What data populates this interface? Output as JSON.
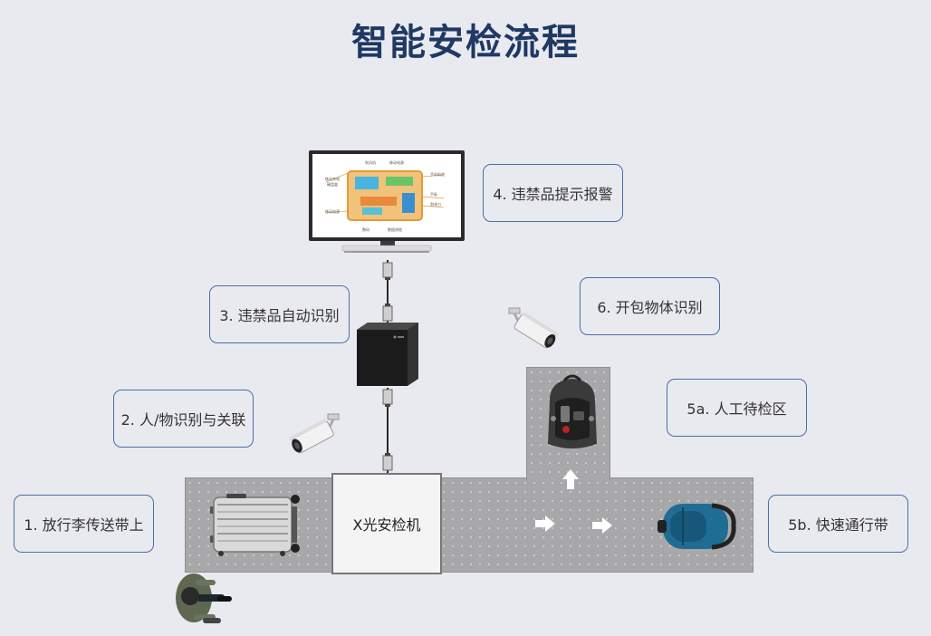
{
  "title": "智能安检流程",
  "machine_label": "X光安检机",
  "steps": {
    "s1": "1.  放行李传送带上",
    "s2": "2.  人/物识别与关联",
    "s3": "3.  违禁品自动识别",
    "s4": "4.  违禁品提示报警",
    "s5a": "5a.   人工待检区",
    "s5b": "5b.     快速通行带",
    "s6": "6.  开包物体识别"
  },
  "monitor_labels": [
    "吹风机",
    "移动电源",
    "手机电池",
    "移动充电",
    "硬盘盒",
    "平板",
    "刮胡刀",
    "移动电源",
    "数码",
    "数据线缆"
  ],
  "colors": {
    "title": "#1f3864",
    "box_border": "#4a6fa5",
    "background": "#e9eaef",
    "belt": "#a8a8aa"
  },
  "icons": [
    "monitor-icon",
    "server-icon",
    "camera-icon",
    "suitcase-icon",
    "person-icon",
    "bag-icon",
    "backpack-icon",
    "arrow-right-icon",
    "arrow-up-icon"
  ]
}
